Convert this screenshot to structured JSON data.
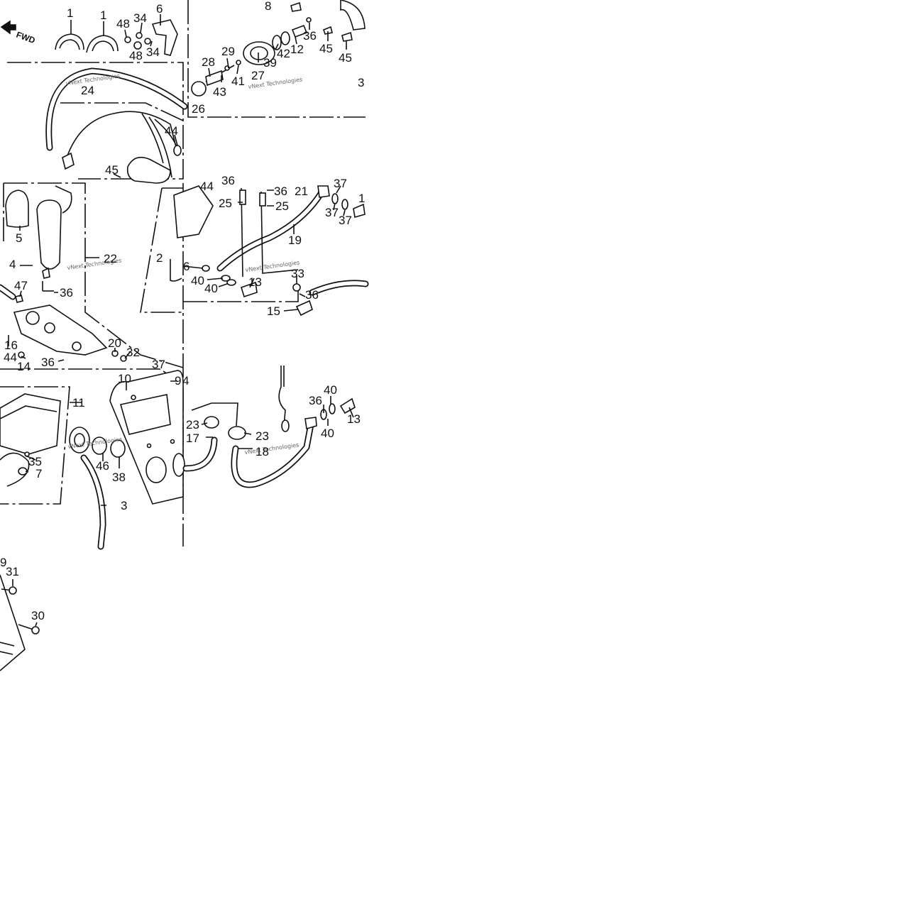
{
  "direction_marker": {
    "text": "FWD",
    "icon": "arrow-forward-icon"
  },
  "watermark": "vNext Technologies",
  "part_labels": [
    "1",
    "1",
    "48",
    "34",
    "6",
    "48",
    "34",
    "8",
    "36",
    "12",
    "42",
    "45",
    "45",
    "39",
    "27",
    "29",
    "28",
    "41",
    "43",
    "26",
    "3",
    "24",
    "44",
    "45",
    "5",
    "22",
    "4",
    "47",
    "36",
    "44",
    "36",
    "25",
    "36",
    "25",
    "21",
    "37",
    "37",
    "37",
    "1",
    "19",
    "2",
    "6",
    "40",
    "40",
    "13",
    "33",
    "36",
    "15",
    "16",
    "44",
    "36",
    "20",
    "32",
    "37",
    "10",
    "9",
    "4",
    "11",
    "35",
    "7",
    "46",
    "38",
    "3",
    "23",
    "17",
    "23",
    "18",
    "36",
    "40",
    "40",
    "13",
    "9",
    "31",
    "30",
    "14"
  ]
}
